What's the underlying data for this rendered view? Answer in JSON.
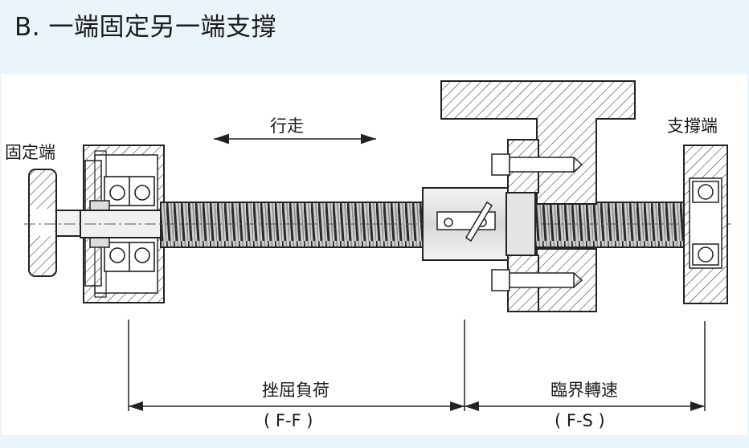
{
  "title": "B. 一端固定另一端支撐",
  "labels": {
    "fixed_end": "固定端",
    "support_end": "支撐端",
    "travel": "行走",
    "buckling_load": "挫屈負荷",
    "buckling_mode": "( F-F )",
    "critical_speed": "臨界轉速",
    "critical_mode": "( F-S )"
  }
}
